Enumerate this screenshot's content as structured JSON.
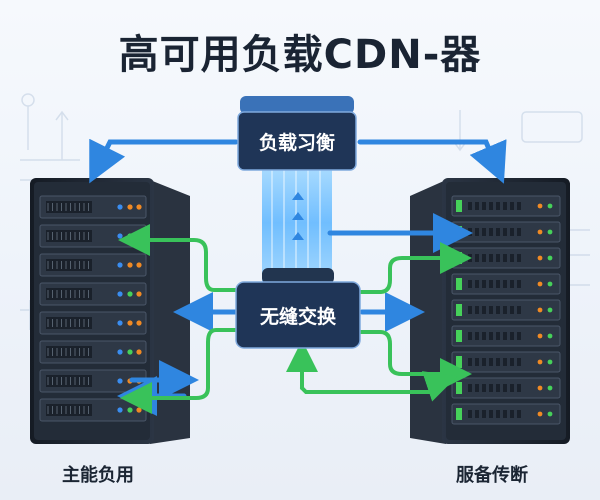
{
  "title": "高可用负载CDN-器",
  "nodes": {
    "top_box": {
      "label": "负载习衡"
    },
    "mid_box": {
      "label": "无缝交换"
    }
  },
  "captions": {
    "left": "主能负用",
    "right": "服备传断"
  },
  "colors": {
    "blue_arrow": "#2f86e0",
    "green_arrow": "#39c25a",
    "box_fill": "#1f3557",
    "rack_body": "#1c2430",
    "led_orange": "#f08a24",
    "led_green": "#46d15a",
    "led_blue": "#3a8df0"
  },
  "icons": [
    "server-rack-icon",
    "beam-icon",
    "arrow-icon",
    "network-card-icon"
  ]
}
